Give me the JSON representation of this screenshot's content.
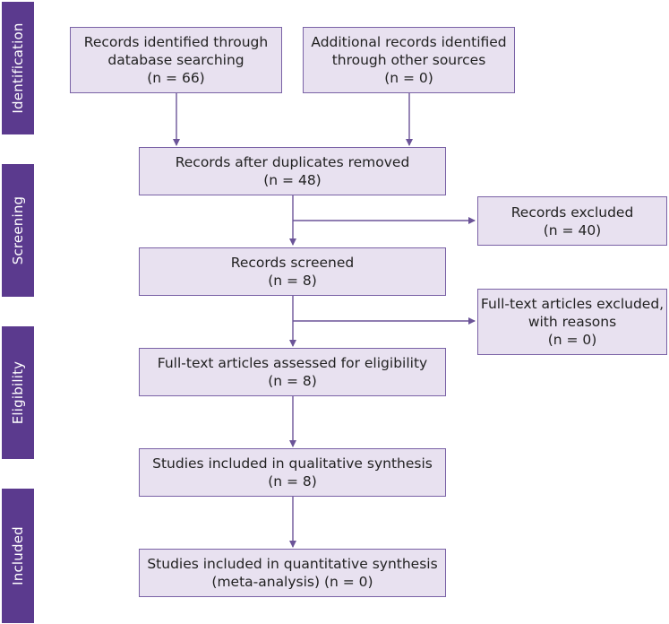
{
  "colors": {
    "stage_bar": "#5b3a8e",
    "box_fill": "#e8e1f0",
    "box_border": "#7a62a6",
    "arrow": "#6b5498"
  },
  "stages": [
    {
      "id": "identification",
      "label": "Identification"
    },
    {
      "id": "screening",
      "label": "Screening"
    },
    {
      "id": "eligibility",
      "label": "Eligibility"
    },
    {
      "id": "included",
      "label": "Included"
    }
  ],
  "boxes": {
    "db_search": {
      "line1": "Records identified through",
      "line2": "database searching",
      "count": "(n = 66)"
    },
    "other_sources": {
      "line1": "Additional records identified",
      "line2": "through other sources",
      "count": "(n = 0)"
    },
    "after_duplicates": {
      "line1": "Records after duplicates removed",
      "count": "(n = 48)"
    },
    "excluded": {
      "line1": "Records excluded",
      "count": "(n = 40)"
    },
    "screened": {
      "line1": "Records screened",
      "count": "(n = 8)"
    },
    "fulltext_excluded": {
      "line1": "Full-text articles excluded,",
      "line2": "with reasons",
      "count": "(n = 0)"
    },
    "fulltext_assessed": {
      "line1": "Full-text articles assessed for eligibility",
      "count": "(n = 8)"
    },
    "qualitative": {
      "line1": "Studies included in qualitative synthesis",
      "count": "(n = 8)"
    },
    "quantitative": {
      "line1": "Studies included in quantitative synthesis",
      "line2": "(meta-analysis) (n = 0)"
    }
  }
}
